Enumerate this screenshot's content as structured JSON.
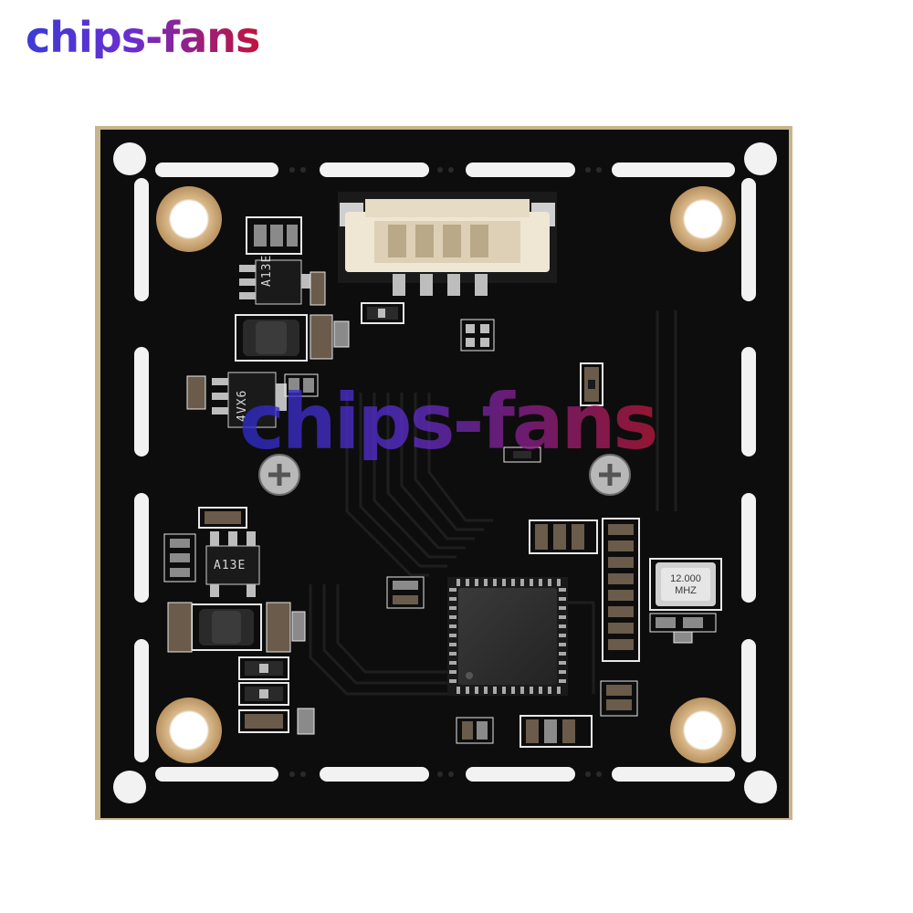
{
  "brand": {
    "logo_text": "chips-fans",
    "watermark_text": "chips-fans"
  },
  "board": {
    "color": "#0d0d0d",
    "pad_color": "#c9a679",
    "silk_color": "#f2f2f2",
    "chip_labels": {
      "reg_top": "A13E",
      "mosfet": "4VX6",
      "reg_bottom": "A13E"
    },
    "crystal": {
      "line1": "12.000",
      "line2": "MHZ"
    }
  }
}
